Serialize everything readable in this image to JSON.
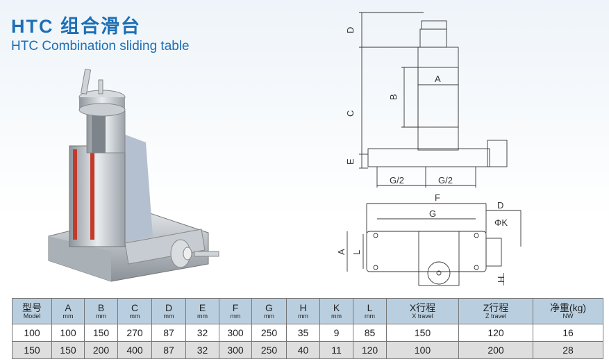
{
  "header": {
    "title_cn": "HTC 组合滑台",
    "title_en": "HTC  Combination sliding table"
  },
  "drawing": {
    "front_labels": {
      "D": "D",
      "C": "C",
      "B": "B",
      "A": "A",
      "E": "E",
      "G1": "G/2",
      "G2": "G/2"
    },
    "top_labels": {
      "F": "F",
      "G": "G",
      "D": "D",
      "K": "ΦK",
      "A": "A",
      "L": "L",
      "H": "H"
    }
  },
  "table": {
    "headers": [
      {
        "main": "型号",
        "sub": "Model"
      },
      {
        "main": "A",
        "sub": "mm"
      },
      {
        "main": "B",
        "sub": "mm"
      },
      {
        "main": "C",
        "sub": "mm"
      },
      {
        "main": "D",
        "sub": "mm"
      },
      {
        "main": "E",
        "sub": "mm"
      },
      {
        "main": "F",
        "sub": "mm"
      },
      {
        "main": "G",
        "sub": "mm"
      },
      {
        "main": "H",
        "sub": "mm"
      },
      {
        "main": "K",
        "sub": "mm"
      },
      {
        "main": "L",
        "sub": "mm"
      },
      {
        "main": "X行程",
        "sub": "X travel"
      },
      {
        "main": "Z行程",
        "sub": "Z travel"
      },
      {
        "main": "净重(kg)",
        "sub": "NW"
      }
    ],
    "rows": [
      [
        "100",
        "100",
        "150",
        "270",
        "87",
        "32",
        "300",
        "250",
        "35",
        "9",
        "85",
        "150",
        "120",
        "16"
      ],
      [
        "150",
        "150",
        "200",
        "400",
        "87",
        "32",
        "300",
        "250",
        "40",
        "11",
        "120",
        "100",
        "200",
        "28"
      ]
    ]
  }
}
